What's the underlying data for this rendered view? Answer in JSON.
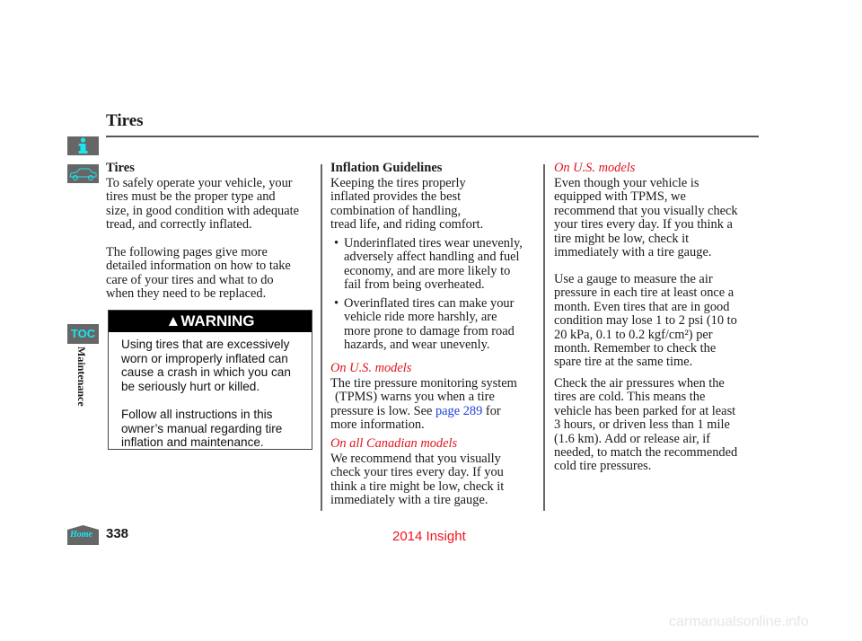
{
  "header": {
    "title": "Tires"
  },
  "nav": {
    "info_icon": "info-icon",
    "car_icon": "car-icon",
    "toc_label": "TOC",
    "home_label": "Home",
    "section_label": "Maintenance"
  },
  "col1": {
    "heading": "Tires",
    "p1": [
      "To safely operate your vehicle, your",
      "tires must be the proper type and",
      "size, in good condition with adequate",
      "tread, and correctly inflated."
    ],
    "p2": [
      "The following pages give more",
      "detailed information on how to take",
      "care of your tires and what to do",
      "when they need to be replaced."
    ],
    "warning": {
      "label": "WARNING",
      "p1": [
        "Using tires that are excessively",
        "worn or improperly inflated can",
        "cause a crash in which you can",
        "be seriously hurt or killed."
      ],
      "p2": [
        "Follow all instructions in this",
        "owner’s manual regarding tire",
        "inflation and maintenance."
      ]
    }
  },
  "col2": {
    "heading": "Inflation Guidelines",
    "p1": [
      "Keeping the tires properly",
      "inflated provides the best",
      "combination of handling,",
      "tread life, and riding comfort."
    ],
    "bullet1": [
      "Underinflated tires wear unevenly,",
      "adversely affect handling and fuel",
      "economy, and are more likely to",
      "fail from being overheated."
    ],
    "bullet2": [
      "Overinflated tires can make your",
      "vehicle ride more harshly, are",
      "more prone to damage from road",
      "hazards, and wear unevenly."
    ],
    "us_label": "On U.S. models",
    "us_p": {
      "l1": "The tire pressure monitoring system",
      "l2": "(TPMS) warns you when a tire",
      "l3a": "pressure is low. See ",
      "link": "page 289",
      "l3b": " for",
      "l4": "more information."
    },
    "ca_label": "On all Canadian models",
    "ca_p": [
      "We recommend that you visually",
      "check your tires every day. If you",
      "think a tire might be low, check it",
      "immediately with a tire gauge."
    ]
  },
  "col3": {
    "us_label": "On U.S. models",
    "p1": [
      "Even though your vehicle is",
      "equipped with TPMS, we",
      "recommend that you visually check",
      "your tires every day. If you think a",
      "tire might be low, check it",
      "immediately with a tire gauge."
    ],
    "p2": [
      "Use a gauge to measure the air",
      "pressure in each tire at least once a",
      "month. Even tires that are in good",
      "condition may lose 1 to 2 psi (10 to",
      "20 kPa, 0.1 to 0.2 kgf/cm²) per",
      "month. Remember to check the",
      "spare tire at the same time."
    ],
    "p3": [
      "Check the air pressures when the",
      "tires are cold. This means the",
      "vehicle has been parked for at least",
      "3 hours, or driven less than 1 mile",
      "(1.6 km). Add or release air, if",
      "needed, to match the recommended",
      "cold tire pressures."
    ]
  },
  "footer": {
    "page_number": "338",
    "model": "2014 Insight",
    "watermark": "carmanualsonline.info"
  }
}
